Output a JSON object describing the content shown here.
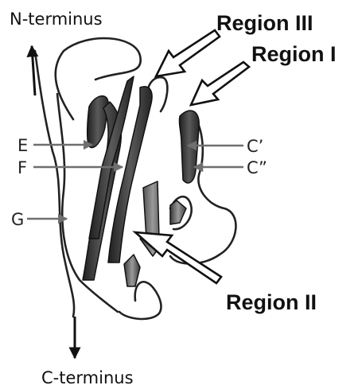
{
  "diagram": {
    "termini": {
      "n": "N-terminus",
      "c": "C-terminus"
    },
    "regions": {
      "region_iii": "Region III",
      "region_i": "Region I",
      "region_ii": "Region II"
    },
    "strands": {
      "e": "E",
      "f": "F",
      "g": "G",
      "c_prime": "C’",
      "c_double_prime": "C”"
    },
    "colors": {
      "ribbon_dark": "#2e2e2e",
      "ribbon_light": "#8a8a8a",
      "coil": "#222222",
      "strand_arrow": "#6f6f6f",
      "region_arrow_outline": "#111111",
      "background": "#ffffff"
    }
  }
}
